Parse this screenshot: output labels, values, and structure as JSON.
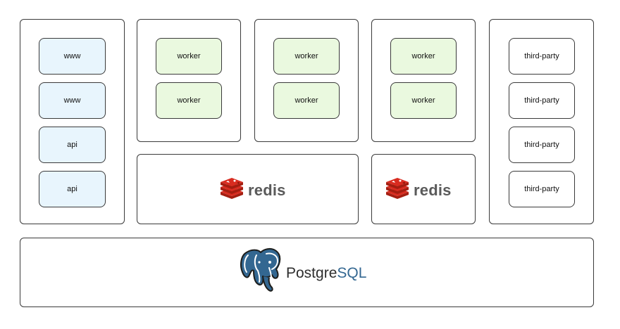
{
  "groups": {
    "web": {
      "nodes": [
        "www",
        "www",
        "api",
        "api"
      ]
    },
    "worker_groups": [
      {
        "nodes": [
          "worker",
          "worker"
        ]
      },
      {
        "nodes": [
          "worker",
          "worker"
        ]
      },
      {
        "nodes": [
          "worker",
          "worker"
        ]
      }
    ],
    "third_party": {
      "nodes": [
        "third-party",
        "third-party",
        "third-party",
        "third-party"
      ]
    }
  },
  "redis": [
    {
      "label": "redis",
      "icon": "redis-icon"
    },
    {
      "label": "redis",
      "icon": "redis-icon"
    }
  ],
  "database": {
    "label_main": "Postgre",
    "label_accent": "SQL",
    "icon": "postgresql-elephant-icon"
  },
  "colors": {
    "web_fill": "#e8f5fd",
    "worker_fill": "#eaf9df",
    "border": "#3a3a3a",
    "redis_red": "#d82c20",
    "postgres_blue": "#336791"
  }
}
